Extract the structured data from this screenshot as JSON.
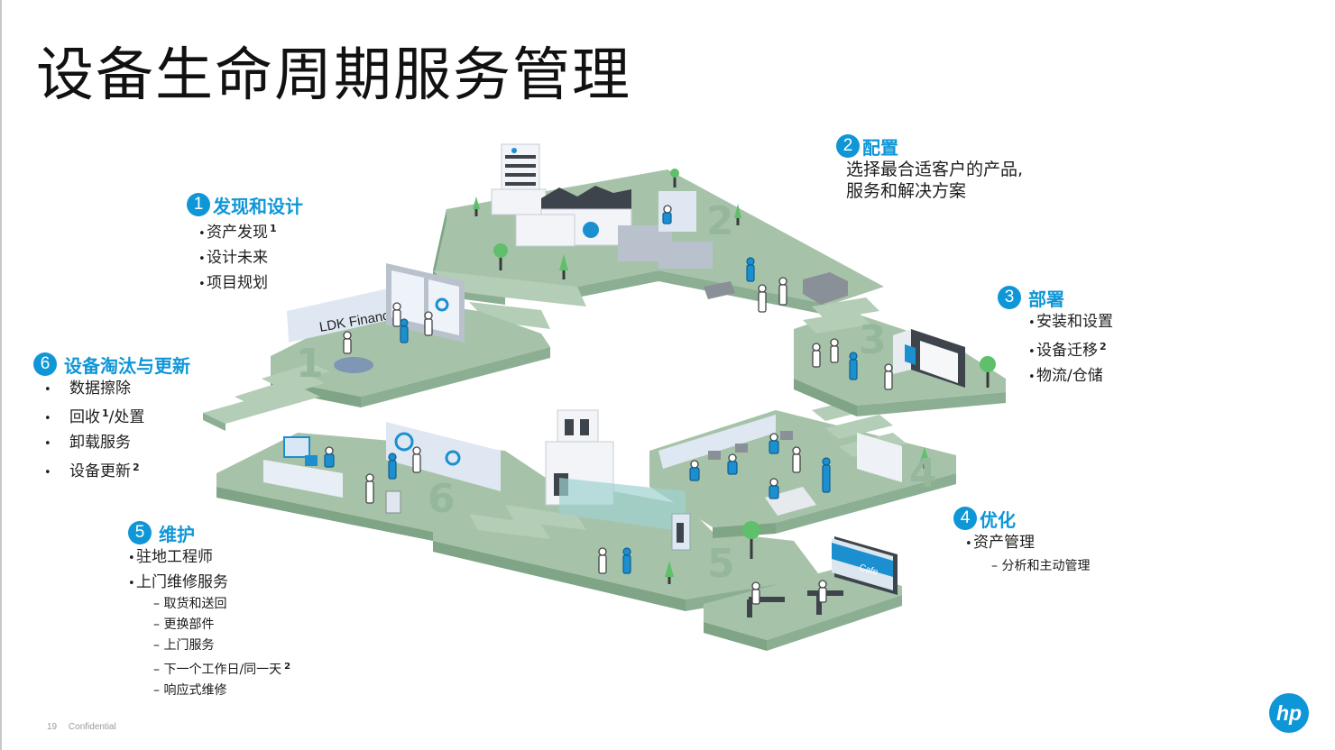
{
  "slide": {
    "title": "设备生命周期服务管理",
    "page_number": "19",
    "confidentiality": "Confidential",
    "logo": "hp-logo"
  },
  "colors": {
    "accent": "#0f96d7",
    "platform_top": "#a4c2a8",
    "platform_side": "#8fb095",
    "platform_front": "#7ea385",
    "text": "#1e1e1e"
  },
  "illustration": {
    "signs": {
      "office": "LDK Financial",
      "cafe": "Cafe"
    },
    "zone_numbers": [
      "1",
      "2",
      "3",
      "4",
      "5",
      "6"
    ]
  },
  "steps": [
    {
      "number": "1",
      "title": "发现和设计",
      "items": [
        {
          "text": "资产发现",
          "note": "1"
        },
        {
          "text": "设计未来"
        },
        {
          "text": "项目规划"
        }
      ]
    },
    {
      "number": "2",
      "title": "配置",
      "description": [
        "选择最合适客户的产品,",
        "服务和解决方案"
      ]
    },
    {
      "number": "3",
      "title": "部署",
      "items": [
        {
          "text": "安装和设置"
        },
        {
          "text": "设备迁移",
          "note": "2"
        },
        {
          "text": "物流/仓储"
        }
      ]
    },
    {
      "number": "4",
      "title": "优化",
      "items": [
        {
          "text": "资产管理",
          "subitems": [
            "分析和主动管理"
          ]
        }
      ]
    },
    {
      "number": "5",
      "title": "维护",
      "items": [
        {
          "text": "驻地工程师"
        },
        {
          "text": "上门维修服务",
          "subitems": [
            "取货和送回",
            "更换部件",
            "上门服务",
            "下一个工作日/同一天",
            "响应式维修"
          ],
          "subitem_notes": {
            "3": "2"
          }
        }
      ]
    },
    {
      "number": "6",
      "title": "设备淘汰与更新",
      "items": [
        {
          "text": "数据擦除"
        },
        {
          "text": "回收",
          "note": "1",
          "suffix": "/处置"
        },
        {
          "text": "卸载服务"
        },
        {
          "text": "设备更新",
          "note": "2"
        }
      ]
    }
  ]
}
